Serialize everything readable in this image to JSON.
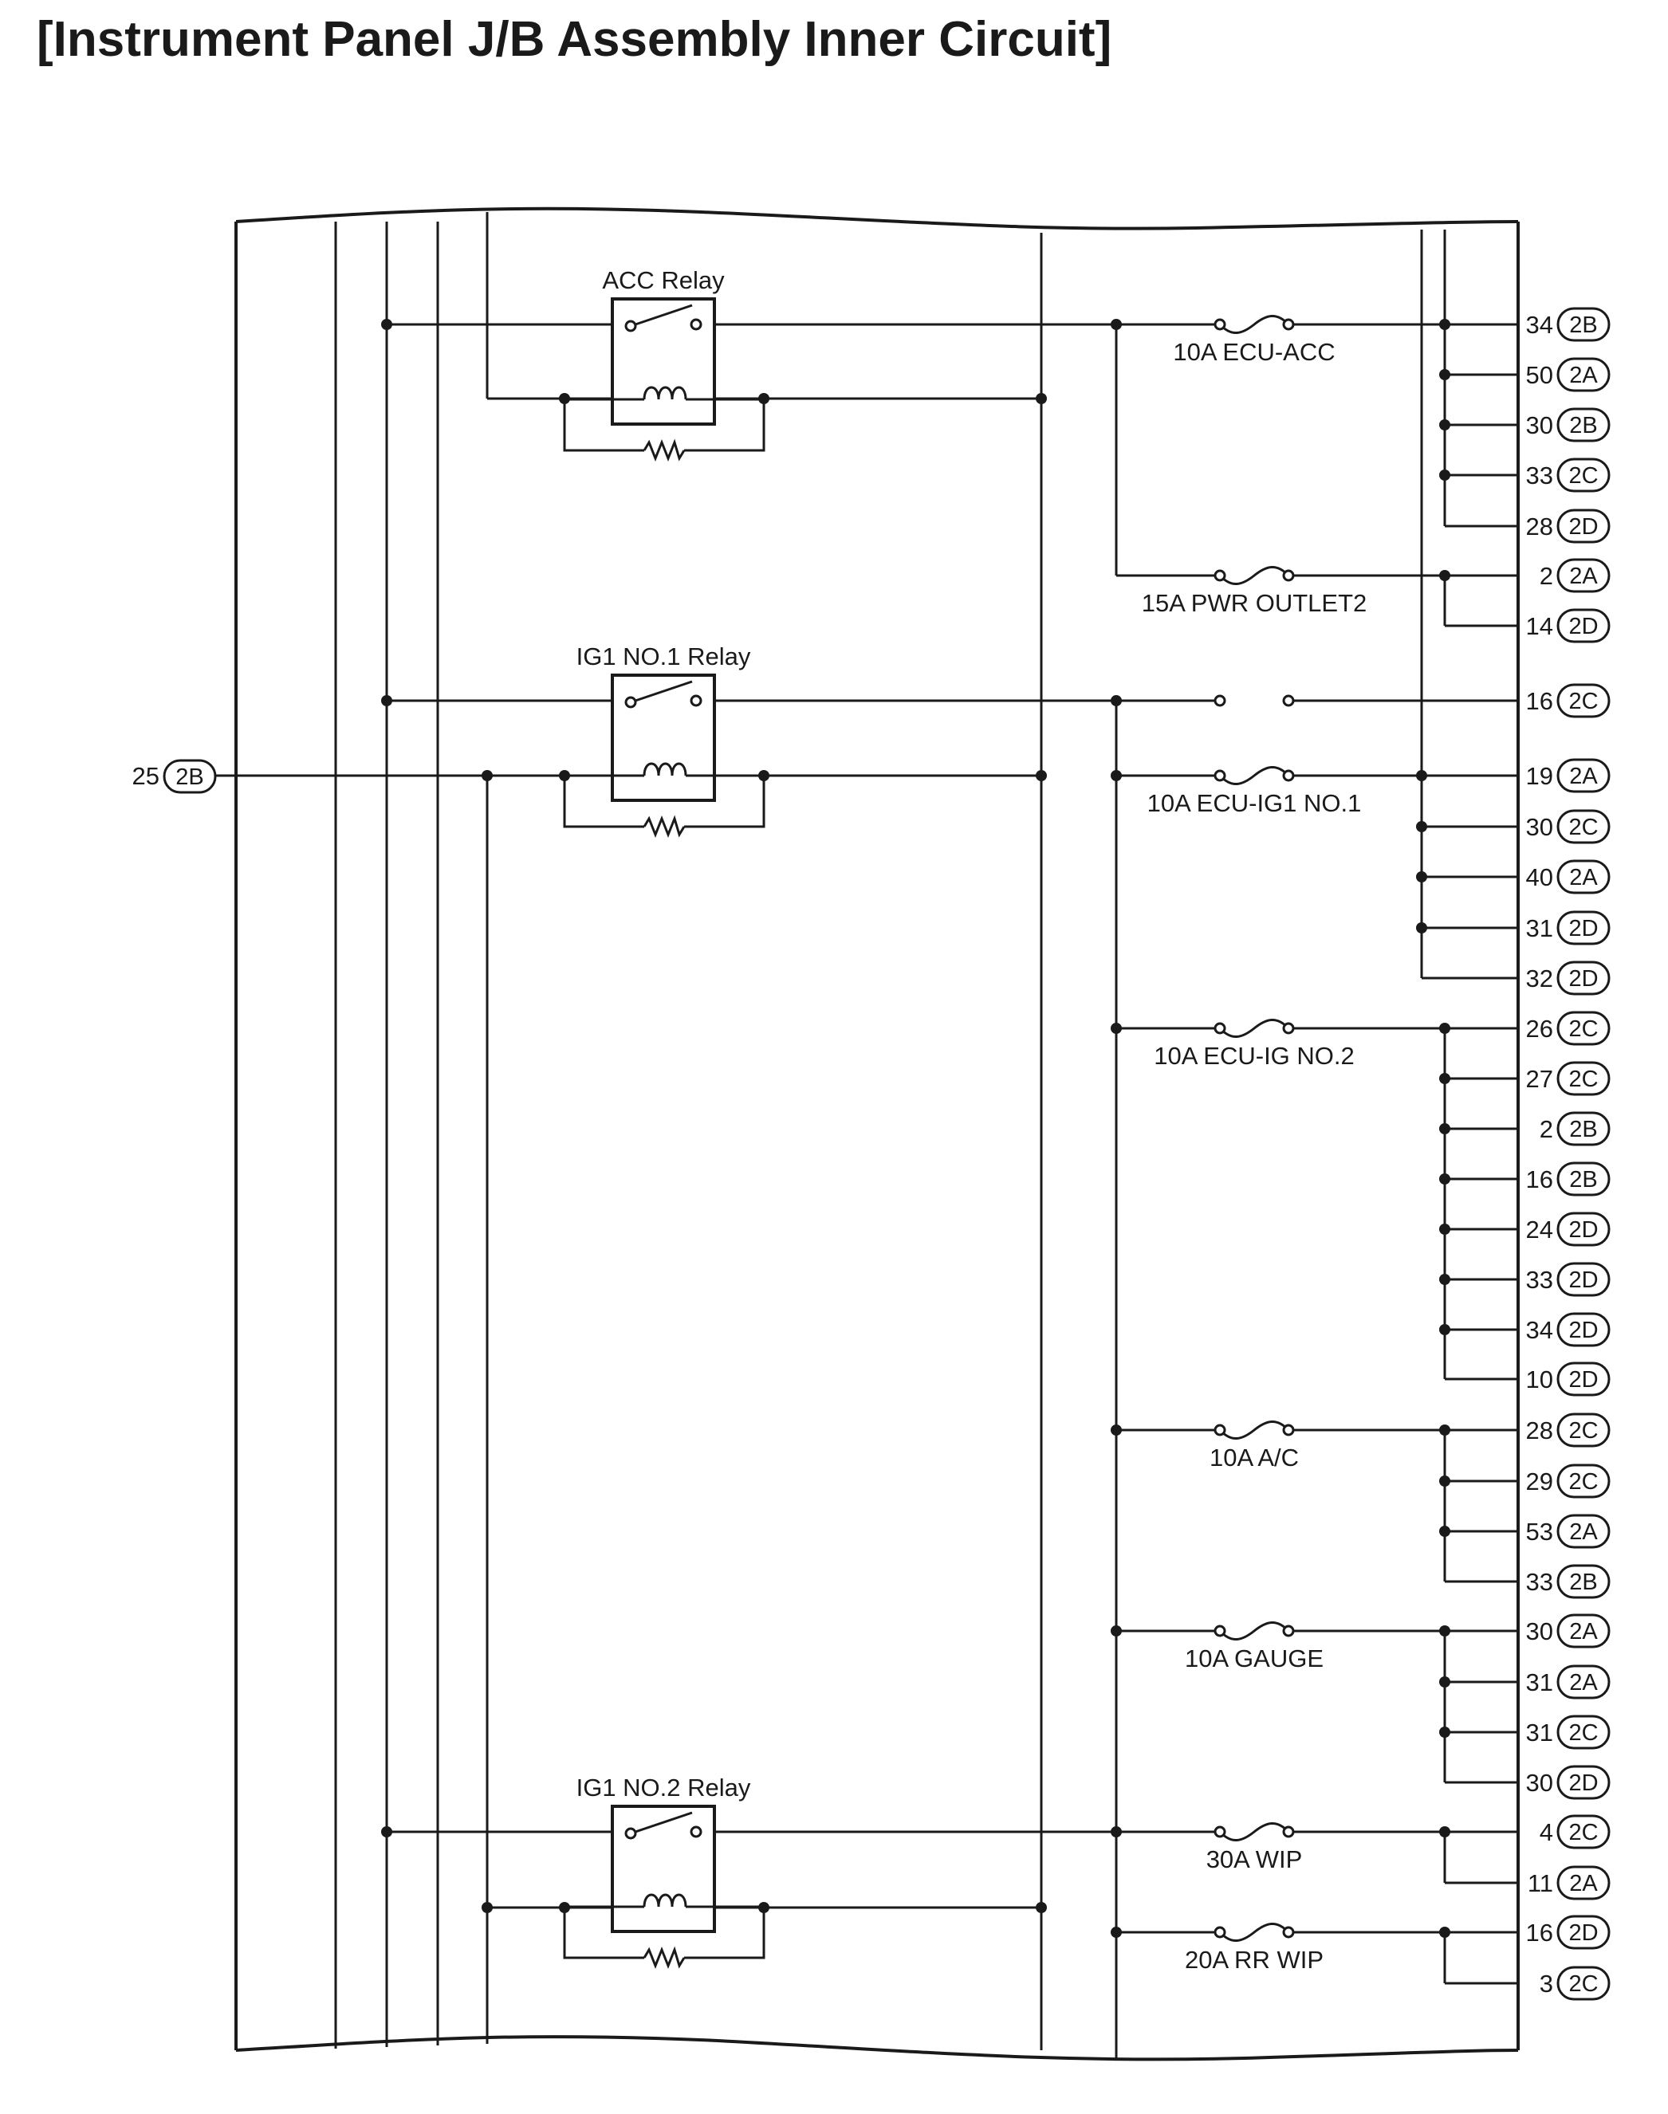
{
  "title": "[Instrument Panel J/B Assembly Inner Circuit]",
  "relays": [
    {
      "name": "ACC Relay"
    },
    {
      "name": "IG1 NO.1 Relay"
    },
    {
      "name": "IG1 NO.2 Relay"
    }
  ],
  "fuses": [
    {
      "label": "10A ECU-ACC"
    },
    {
      "label": "15A PWR OUTLET2"
    },
    {
      "label": "10A ECU-IG1 NO.1"
    },
    {
      "label": "10A ECU-IG NO.2"
    },
    {
      "label": "10A A/C"
    },
    {
      "label": "10A GAUGE"
    },
    {
      "label": "30A WIP"
    },
    {
      "label": "20A RR WIP"
    }
  ],
  "input_terminal": {
    "pin": "25",
    "connector": "2B"
  },
  "output_terminals": [
    {
      "pin": "34",
      "connector": "2B"
    },
    {
      "pin": "50",
      "connector": "2A"
    },
    {
      "pin": "30",
      "connector": "2B"
    },
    {
      "pin": "33",
      "connector": "2C"
    },
    {
      "pin": "28",
      "connector": "2D"
    },
    {
      "pin": "2",
      "connector": "2A"
    },
    {
      "pin": "14",
      "connector": "2D"
    },
    {
      "pin": "16",
      "connector": "2C"
    },
    {
      "pin": "19",
      "connector": "2A"
    },
    {
      "pin": "30",
      "connector": "2C"
    },
    {
      "pin": "40",
      "connector": "2A"
    },
    {
      "pin": "31",
      "connector": "2D"
    },
    {
      "pin": "32",
      "connector": "2D"
    },
    {
      "pin": "26",
      "connector": "2C"
    },
    {
      "pin": "27",
      "connector": "2C"
    },
    {
      "pin": "2",
      "connector": "2B"
    },
    {
      "pin": "16",
      "connector": "2B"
    },
    {
      "pin": "24",
      "connector": "2D"
    },
    {
      "pin": "33",
      "connector": "2D"
    },
    {
      "pin": "34",
      "connector": "2D"
    },
    {
      "pin": "10",
      "connector": "2D"
    },
    {
      "pin": "28",
      "connector": "2C"
    },
    {
      "pin": "29",
      "connector": "2C"
    },
    {
      "pin": "53",
      "connector": "2A"
    },
    {
      "pin": "33",
      "connector": "2B"
    },
    {
      "pin": "30",
      "connector": "2A"
    },
    {
      "pin": "31",
      "connector": "2A"
    },
    {
      "pin": "31",
      "connector": "2C"
    },
    {
      "pin": "30",
      "connector": "2D"
    },
    {
      "pin": "4",
      "connector": "2C"
    },
    {
      "pin": "11",
      "connector": "2A"
    },
    {
      "pin": "16",
      "connector": "2D"
    },
    {
      "pin": "3",
      "connector": "2C"
    }
  ]
}
